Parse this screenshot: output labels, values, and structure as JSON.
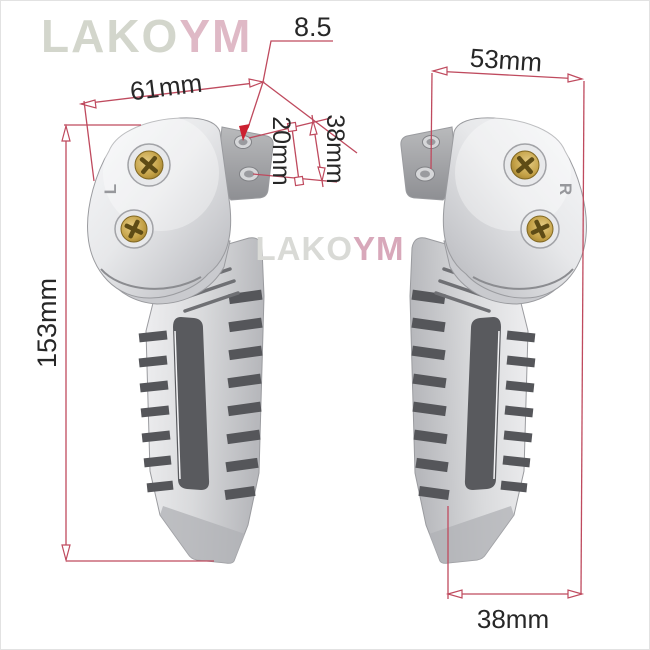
{
  "branding": {
    "logo": {
      "part1": "LAKO",
      "part2": "YM"
    },
    "watermark": {
      "part1": "LAKO",
      "part2": "YM"
    }
  },
  "product": {
    "left_marking": "L",
    "right_marking": "R"
  },
  "dimensions": {
    "hole_diameter": "8.5",
    "left_peg_top_width": "61mm",
    "right_peg_top_width": "53mm",
    "lug_hole_spacing": "20mm",
    "lug_height": "38mm",
    "total_height": "153mm",
    "foot_bottom_width": "38mm"
  },
  "colors": {
    "background": "#ffffff",
    "dimension-line": "#bf4a5e",
    "arrow-solid": "#cc2030",
    "dimension-text": "#272727",
    "logo-gray": "#d3d6cc",
    "logo-pink": "#dfb9c6",
    "watermark-gray": "#d9dad6",
    "watermark-pink": "#d8a8ba"
  }
}
